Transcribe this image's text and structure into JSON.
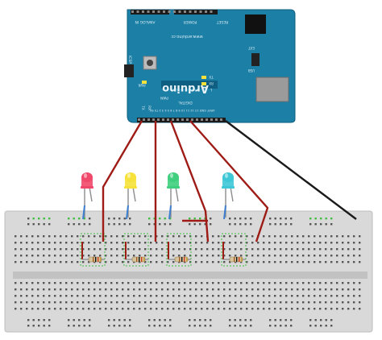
{
  "board": {
    "logo": "Arduino",
    "url": "www.arduino.cc",
    "header_top": "AREF GND 13 12 11 10 9 8 7 6 5 4 3 2 TX RX",
    "analog_label": "ANALOG IN",
    "power_label": "POWER",
    "reset_label": "RESET",
    "icsp_label": "ICSP",
    "digital_label": "DIGITAL",
    "pwr_led": "PWR",
    "tx_led": "TX",
    "rx_led": "RX",
    "l_led": "L",
    "pwm_label": "PWM",
    "pin_tx": "TX",
    "pin_rx": "RX",
    "ext_label": "EXT",
    "usb_label": "USB",
    "board_color": "#1c7fa6",
    "board_edge": "#0e5f82"
  },
  "leds": [
    {
      "name": "red",
      "color": "#f0486a"
    },
    {
      "name": "yellow",
      "color": "#f6e23a"
    },
    {
      "name": "green",
      "color": "#3fcf7e"
    },
    {
      "name": "cyan",
      "color": "#3ec7d6"
    }
  ],
  "colors": {
    "wire": "#9e1b16",
    "ground_wire": "#1a1a1a",
    "breadboard": "#d6d6d6",
    "hole": "#555555",
    "hole_active": "#3fbf3f",
    "resistor": "#d8c49a"
  }
}
